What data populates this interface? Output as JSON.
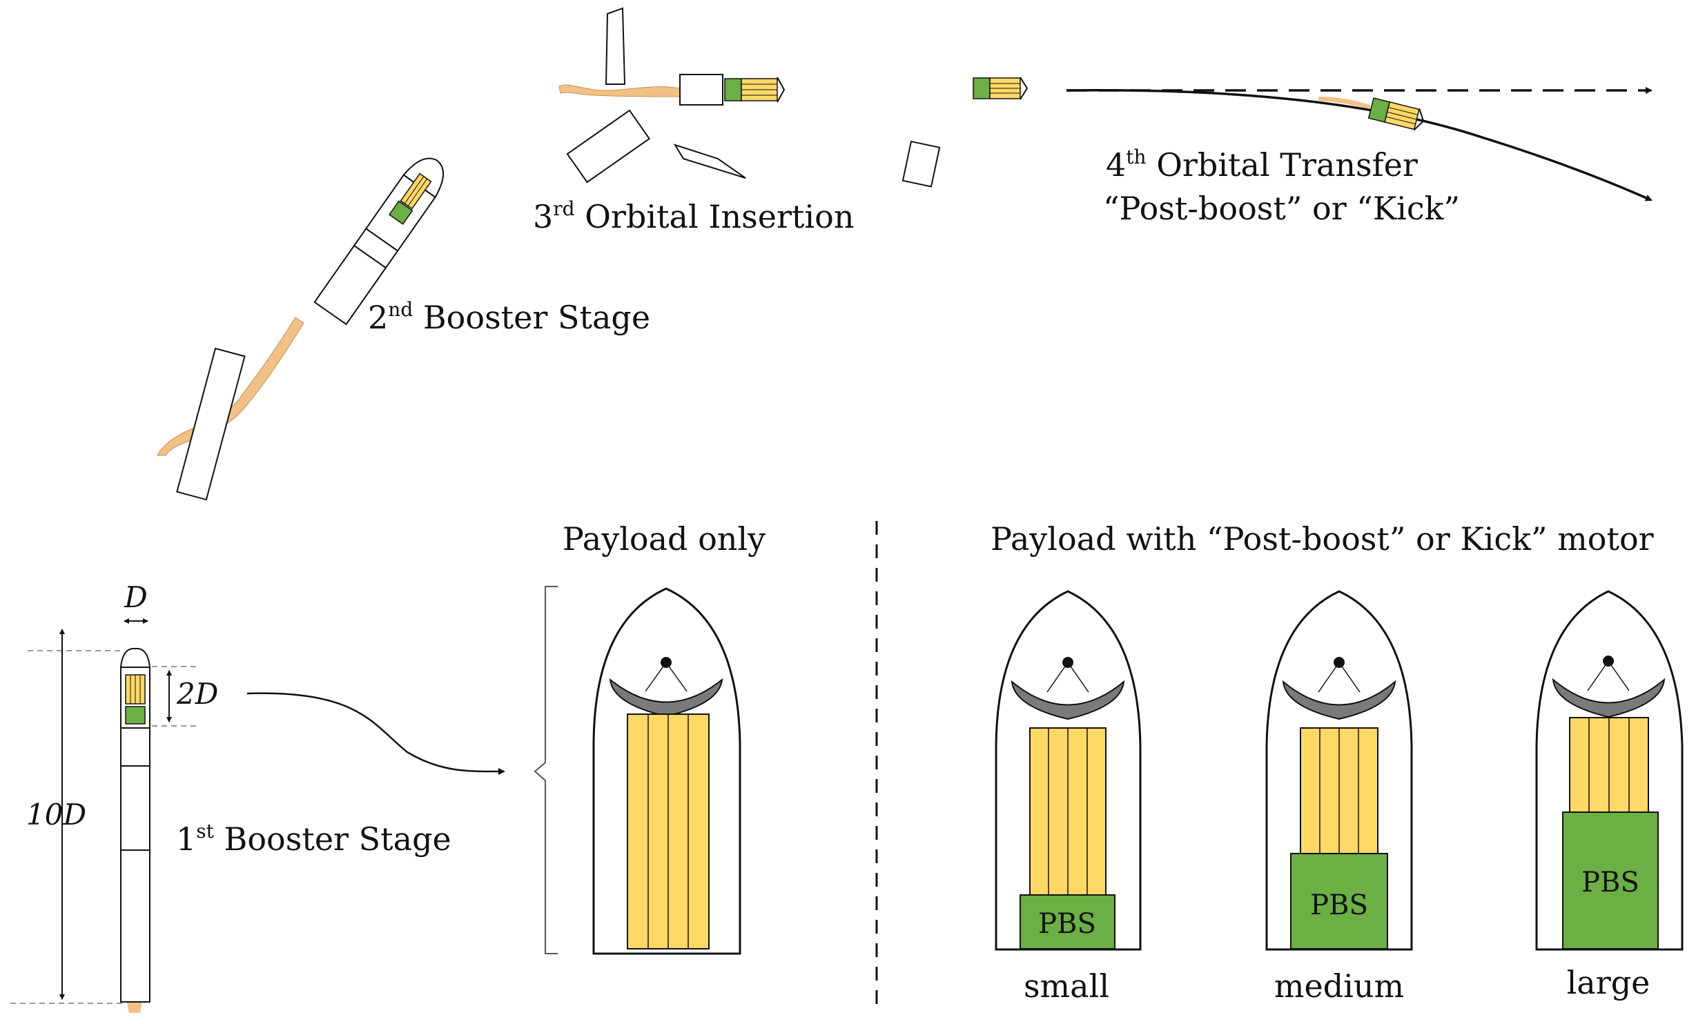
{
  "stages": {
    "first": {
      "num": "1",
      "sup": "st",
      "text": " Booster Stage"
    },
    "second": {
      "num": "2",
      "sup": "nd",
      "text": " Booster Stage"
    },
    "third": {
      "num": "3",
      "sup": "rd",
      "text": " Orbital Insertion"
    },
    "fourth": {
      "num": "4",
      "sup": "th",
      "text": " Orbital Transfer",
      "line2": "“Post-boost” or “Kick”"
    }
  },
  "dimensions": {
    "diameter": "D",
    "payload_length": "2D",
    "rocket_length": "10D"
  },
  "headings": {
    "payload_only": "Payload only",
    "payload_with_motor": "Payload with “Post-boost” or Kick” motor"
  },
  "pbs_label": "PBS",
  "sizes": {
    "small": "small",
    "medium": "medium",
    "large": "large"
  },
  "colors": {
    "payload_yellow": "#FFD866",
    "pbs_green": "#6BAF45",
    "dish_gray": "#7A7A7A",
    "plume": "#F2C185",
    "outline": "#111111"
  }
}
